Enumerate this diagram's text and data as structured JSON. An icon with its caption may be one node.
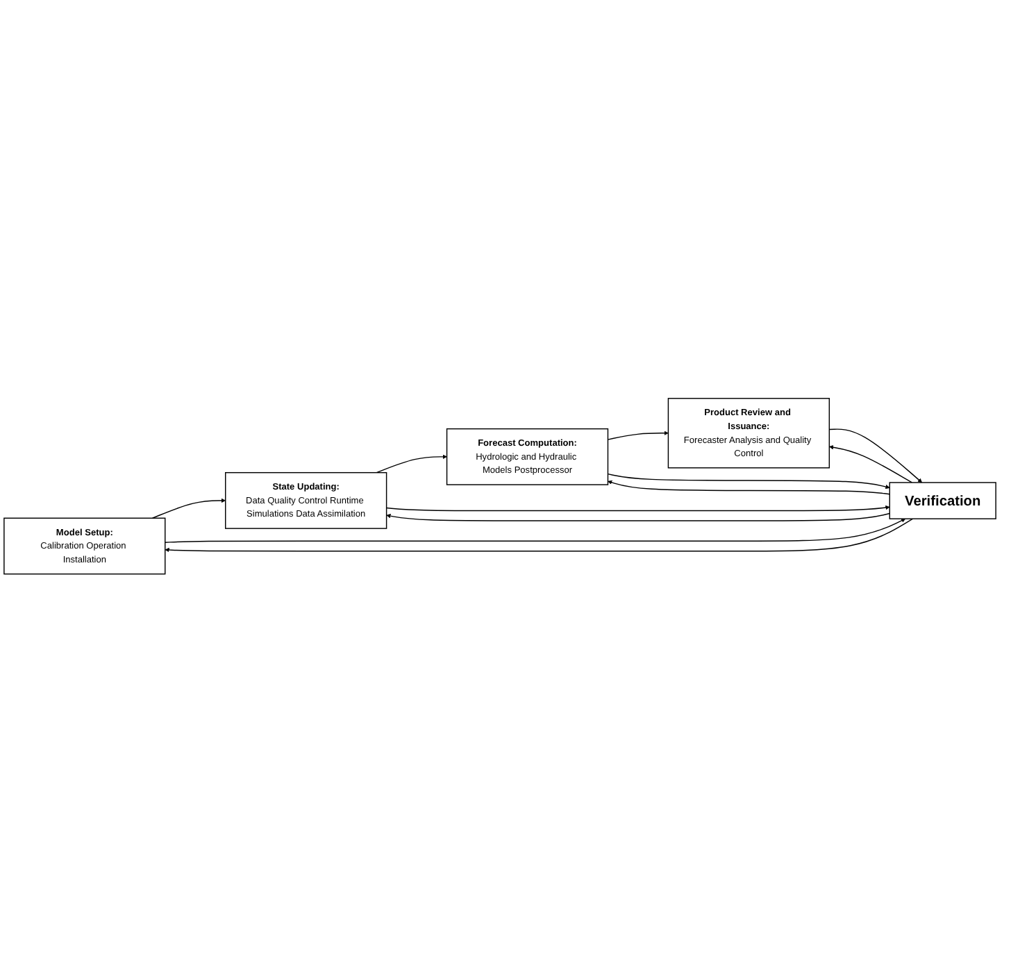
{
  "diagram": {
    "nodes": [
      {
        "text": [
          "Model Setup:",
          "Calibration Operation Installation"
        ]
      },
      {
        "text": [
          "State Updating:",
          "Data Quality Control Runtime Simulations Data Assimilation"
        ]
      },
      {
        "text": [
          "Forecast Computation:",
          "Hydrologic and Hydraulic Models Postprocessor"
        ]
      },
      {
        "text": [
          "Product Review and Issuance:",
          "Forecaster Analysis and Quality Control"
        ]
      },
      {
        "text": [
          "Verification"
        ]
      }
    ],
    "edges": [
      {
        "from": 0,
        "to": 1,
        "arrow": "to"
      },
      {
        "from": 1,
        "to": 2,
        "arrow": "to"
      },
      {
        "from": 2,
        "to": 3,
        "arrow": "to"
      },
      {
        "from": 0,
        "to": 4,
        "arrow": "to"
      },
      {
        "from": 4,
        "to": 0,
        "arrow": "to"
      },
      {
        "from": 1,
        "to": 4,
        "arrow": "to"
      },
      {
        "from": 4,
        "to": 1,
        "arrow": "to"
      },
      {
        "from": 2,
        "to": 4,
        "arrow": "to"
      },
      {
        "from": 4,
        "to": 2,
        "arrow": "to"
      },
      {
        "from": 3,
        "to": 4,
        "arrow": "to"
      },
      {
        "from": 4,
        "to": 3,
        "arrow": "to"
      }
    ]
  }
}
